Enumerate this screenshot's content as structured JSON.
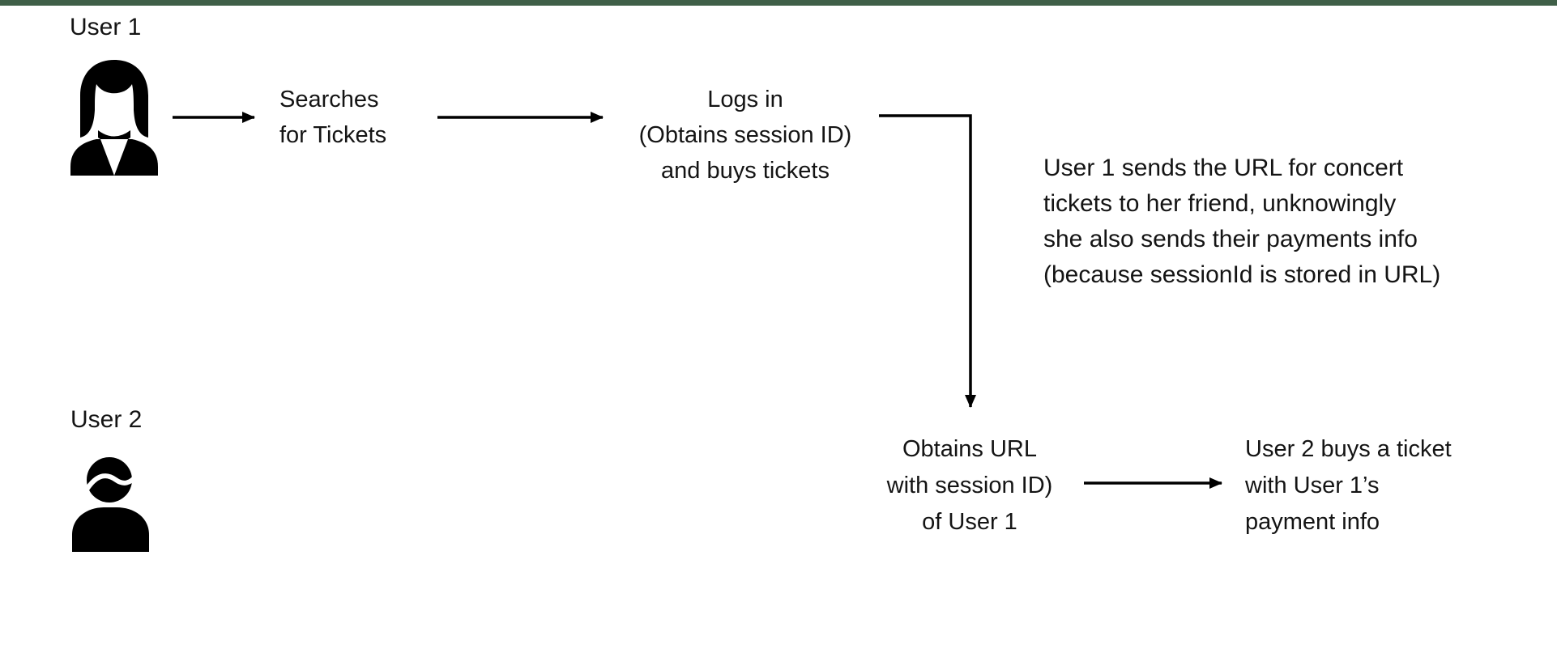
{
  "diagram": {
    "accent_color": "#3f5f48",
    "text_color": "#141414",
    "line_color": "#000000",
    "actors": {
      "user1": {
        "label": "User 1",
        "icon": "female-user-icon"
      },
      "user2": {
        "label": "User 2",
        "icon": "male-user-icon"
      }
    },
    "nodes": {
      "searches": {
        "lines": [
          "Searches",
          "for Tickets"
        ]
      },
      "logs_in": {
        "lines": [
          "Logs in",
          "(Obtains session ID)",
          "and buys tickets"
        ]
      },
      "obtains_url": {
        "lines": [
          "Obtains URL",
          "with session ID)",
          "of User 1"
        ]
      },
      "user2_buys": {
        "lines": [
          "User 2 buys a ticket",
          "with User 1’s",
          "payment info"
        ]
      }
    },
    "note": {
      "lines": [
        "User 1 sends the URL for concert",
        "tickets to her friend, unknowingly",
        "she also sends their payments info",
        "(because sessionId is stored in URL)"
      ]
    }
  }
}
